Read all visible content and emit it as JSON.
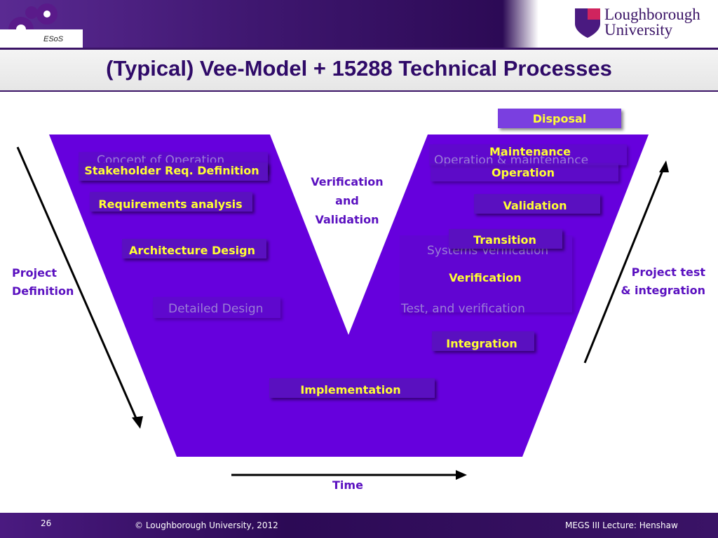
{
  "header": {
    "esos_label": "ESoS",
    "logo_line1": "Loughborough",
    "logo_line2": "University",
    "title": "(Typical) Vee-Model + 15288 Technical Processes"
  },
  "left_ghost": {
    "concept": "Concept of Operation",
    "detailed": "Detailed Design"
  },
  "right_ghost": {
    "opmaint": "Operation & maintenance",
    "sysver": "Systems Verification",
    "testver": "Test, and verification",
    "validation_partial": "n"
  },
  "labels": {
    "stakeholder": "Stakeholder Req. Definition",
    "requirements": "Requirements analysis",
    "architecture": "Architecture Design",
    "vv_line1": "Verification",
    "vv_line2": "and",
    "vv_line3": "Validation",
    "disposal": "Disposal",
    "maintenance": "Maintenance",
    "operation": "Operation",
    "validation": "Validation",
    "transition": "Transition",
    "verification": "Verification",
    "integration": "Integration",
    "implementation": "Implementation"
  },
  "sides": {
    "left_line1": "Project",
    "left_line2": "Definition",
    "right_line1": "Project test",
    "right_line2": "& integration",
    "time": "Time"
  },
  "footer": {
    "page": "26",
    "copyright": "© Loughborough University, 2012",
    "lecture": "MEGS III Lecture: Henshaw"
  },
  "colors": {
    "vee_fill": "#6600dd",
    "label_text": "#ffff33",
    "accent": "#5a10c0"
  }
}
